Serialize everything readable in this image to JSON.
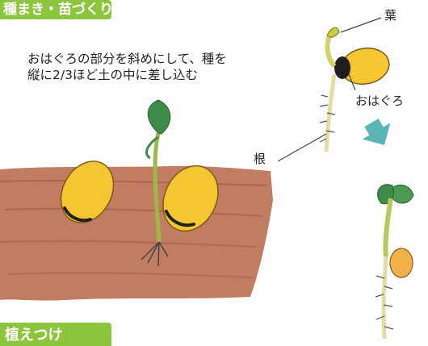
{
  "header": {
    "title": "種まき・苗づくり"
  },
  "instruction": {
    "text": "おはぐろの部分を斜めにして、種を\n縦に2/3ほど土の中に差し込む"
  },
  "labels": {
    "leaf": "葉",
    "hilum": "おはぐろ",
    "root": "根"
  },
  "footer": {
    "title": "植えつけ"
  },
  "colors": {
    "banner": "#8cc63f",
    "soil": "#b5654a",
    "bean": "#f2c531",
    "leaf": "#3f8b4a",
    "arrow": "#5ab6b4"
  }
}
